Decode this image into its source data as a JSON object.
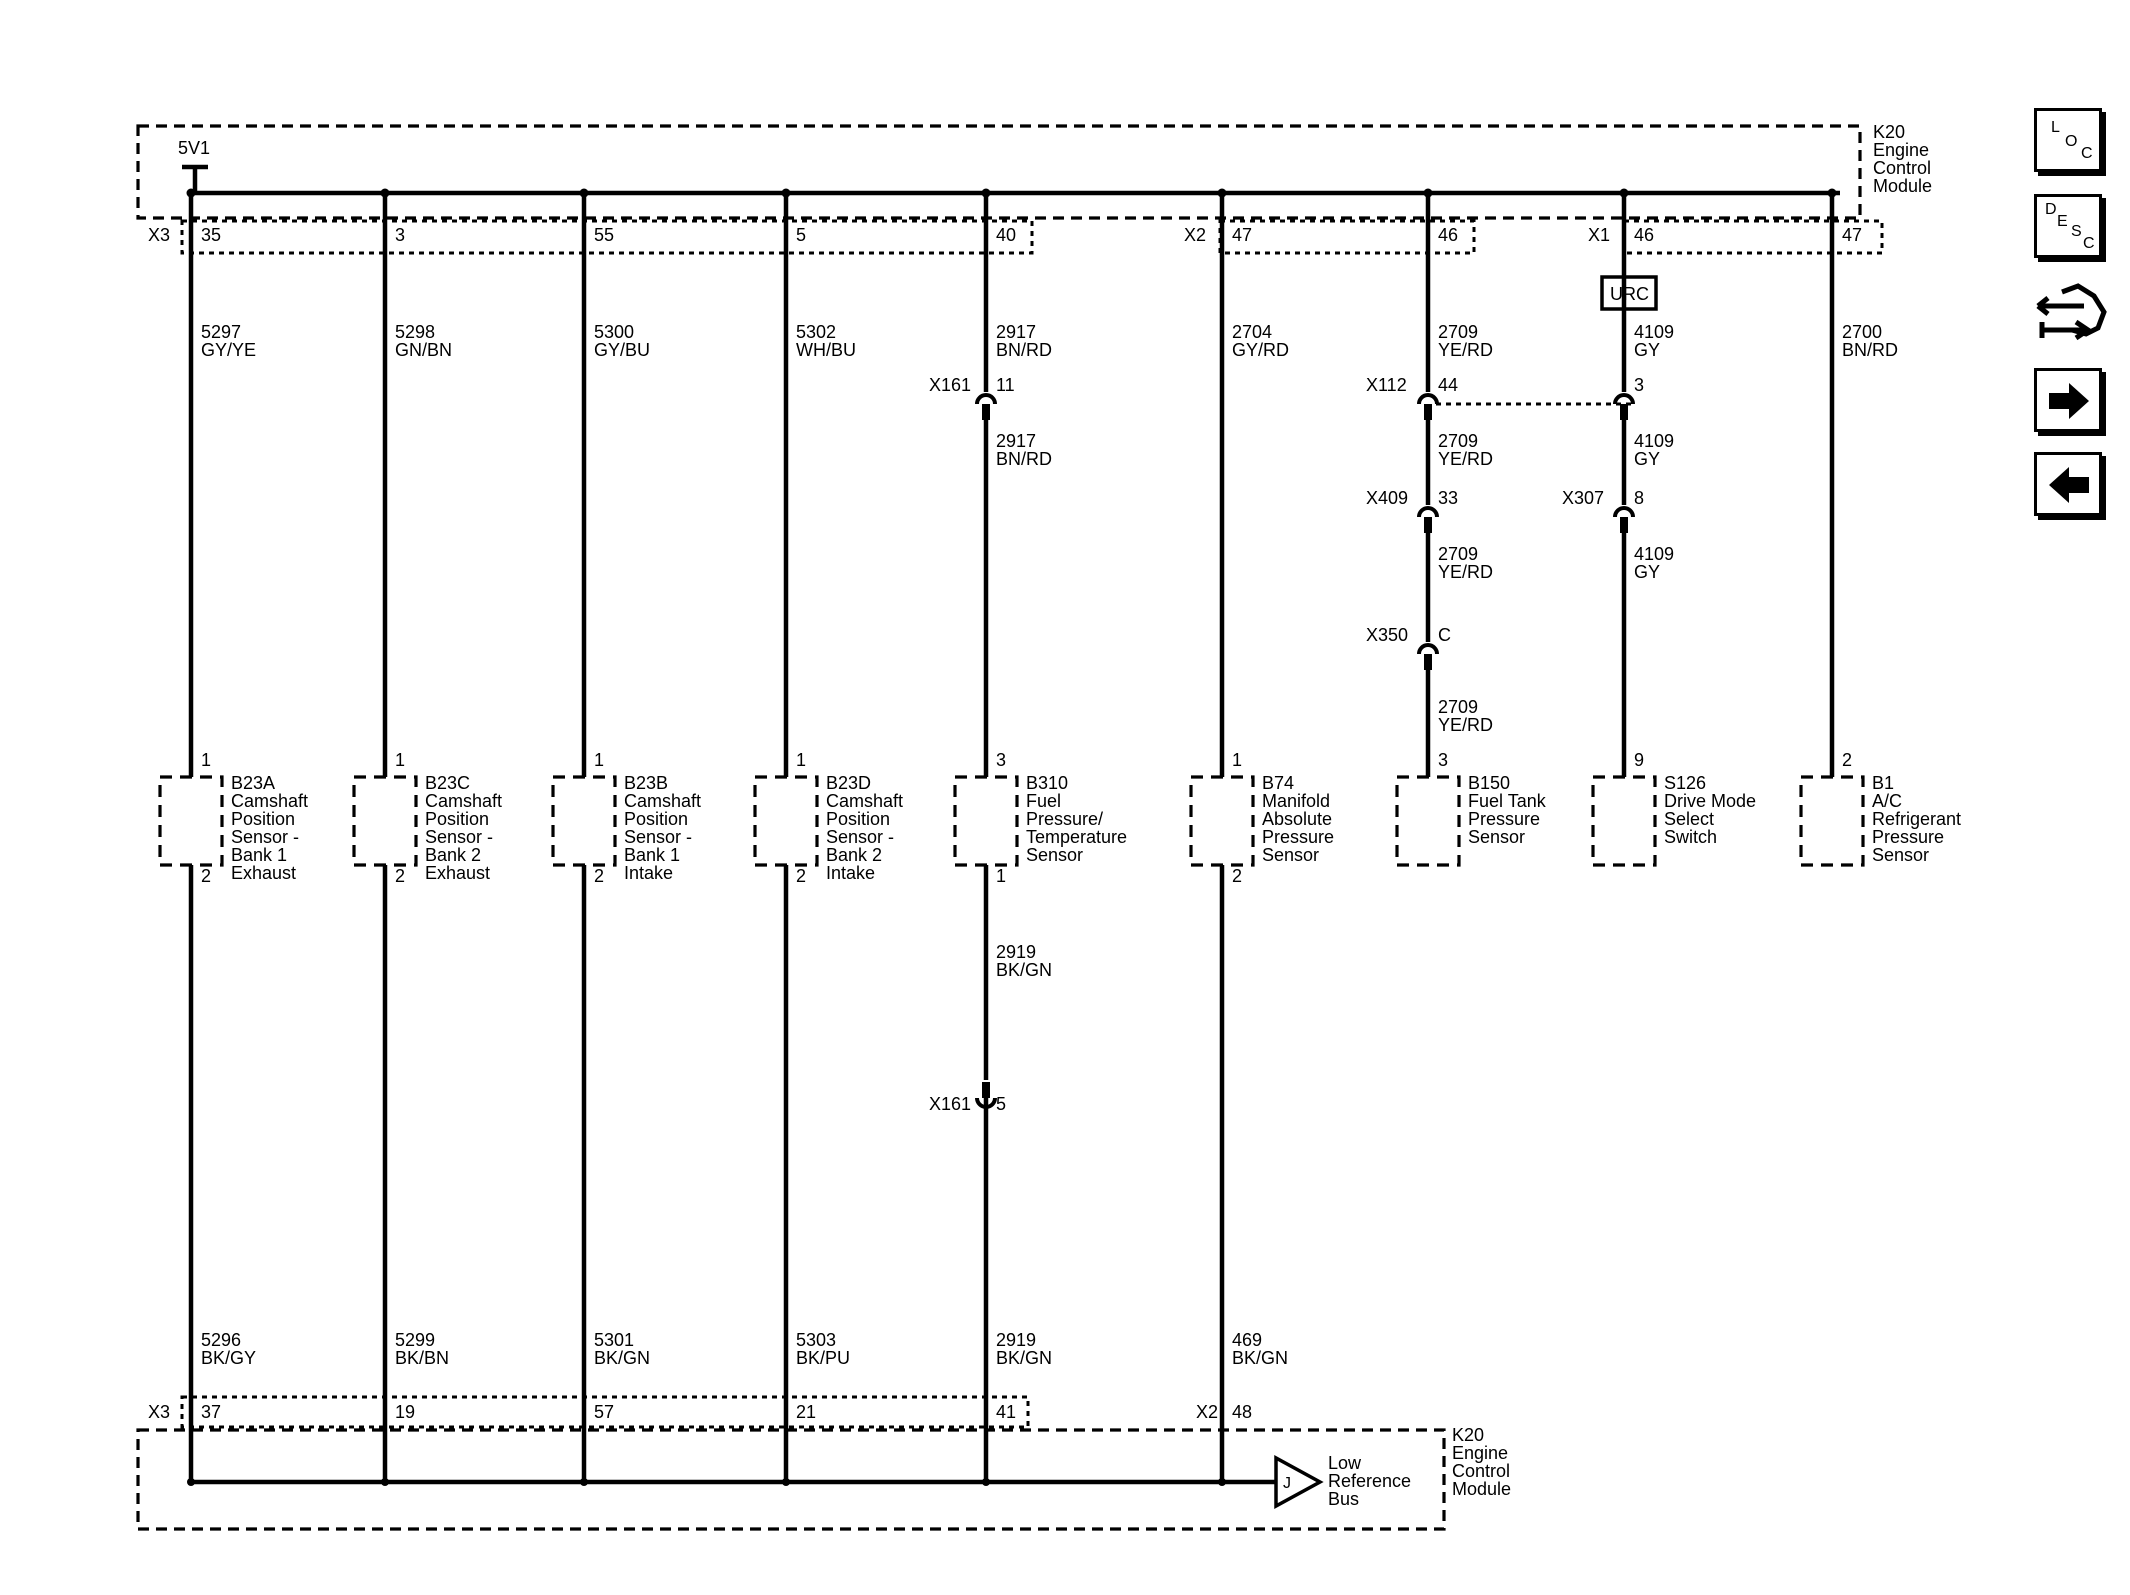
{
  "modules": {
    "top": {
      "ref": "K20",
      "name_lines": [
        "Engine",
        "Control",
        "Module"
      ],
      "supply": "5V1"
    },
    "bottom": {
      "ref": "K20",
      "name_lines": [
        "Engine",
        "Control",
        "Module"
      ],
      "bus_symbol": "J",
      "bus_lines": [
        "Low",
        "Reference",
        "Bus"
      ]
    }
  },
  "connector_labels": {
    "x3_top": "X3",
    "x2_top": "X2",
    "x1_top": "X1",
    "x3_bottom": "X3",
    "x2_bottom": "X2"
  },
  "urc_label": "URC",
  "columns": [
    {
      "top_pin": "35",
      "top_circuit": "5297",
      "top_color": "GY/YE",
      "sensor_pin_top": "1",
      "ref": "B23A",
      "name_lines": [
        "Camshaft",
        "Position",
        "Sensor -",
        "Bank 1",
        "Exhaust"
      ],
      "sensor_pin_bottom": "2",
      "bottom_circuit": "5296",
      "bottom_color": "BK/GY",
      "bottom_pin": "37"
    },
    {
      "top_pin": "3",
      "top_circuit": "5298",
      "top_color": "GN/BN",
      "sensor_pin_top": "1",
      "ref": "B23C",
      "name_lines": [
        "Camshaft",
        "Position",
        "Sensor -",
        "Bank 2",
        "Exhaust"
      ],
      "sensor_pin_bottom": "2",
      "bottom_circuit": "5299",
      "bottom_color": "BK/BN",
      "bottom_pin": "19"
    },
    {
      "top_pin": "55",
      "top_circuit": "5300",
      "top_color": "GY/BU",
      "sensor_pin_top": "1",
      "ref": "B23B",
      "name_lines": [
        "Camshaft",
        "Position",
        "Sensor -",
        "Bank 1",
        "Intake"
      ],
      "sensor_pin_bottom": "2",
      "bottom_circuit": "5301",
      "bottom_color": "BK/GN",
      "bottom_pin": "57"
    },
    {
      "top_pin": "5",
      "top_circuit": "5302",
      "top_color": "WH/BU",
      "sensor_pin_top": "1",
      "ref": "B23D",
      "name_lines": [
        "Camshaft",
        "Position",
        "Sensor -",
        "Bank 2",
        "Intake"
      ],
      "sensor_pin_bottom": "2",
      "bottom_circuit": "5303",
      "bottom_color": "BK/PU",
      "bottom_pin": "21"
    },
    {
      "top_pin": "40",
      "top_circuit": "2917",
      "top_color": "BN/RD",
      "inline1": {
        "conn": "X161",
        "pin": "11",
        "circuit": "2917",
        "color": "BN/RD"
      },
      "sensor_pin_top": "3",
      "ref": "B310",
      "name_lines": [
        "Fuel",
        "Pressure/",
        "Temperature",
        "Sensor"
      ],
      "sensor_pin_bottom": "1",
      "mid_circuit": "2919",
      "mid_color": "BK/GN",
      "inline2": {
        "conn": "X161",
        "pin": "5"
      },
      "bottom_circuit": "2919",
      "bottom_color": "BK/GN",
      "bottom_pin": "41"
    },
    {
      "top_pin": "47",
      "top_circuit": "2704",
      "top_color": "GY/RD",
      "sensor_pin_top": "1",
      "ref": "B74",
      "name_lines": [
        "Manifold",
        "Absolute",
        "Pressure",
        "Sensor"
      ],
      "sensor_pin_bottom": "2",
      "bottom_circuit": "469",
      "bottom_color": "BK/GN",
      "bottom_pin": "48"
    },
    {
      "top_pin": "46",
      "top_circuit": "2709",
      "top_color": "YE/RD",
      "inlines": [
        {
          "conn": "X112",
          "pin": "44",
          "circuit": "2709",
          "color": "YE/RD"
        },
        {
          "conn": "X409",
          "pin": "33",
          "circuit": "2709",
          "color": "YE/RD"
        },
        {
          "conn": "X350",
          "pin": "C",
          "circuit": "2709",
          "color": "YE/RD"
        }
      ],
      "sensor_pin_top": "3",
      "ref": "B150",
      "name_lines": [
        "Fuel Tank",
        "Pressure",
        "Sensor"
      ]
    },
    {
      "top_pin": "46",
      "top_circuit": "4109",
      "top_color": "GY",
      "inlines": [
        {
          "conn": "",
          "pin": "3",
          "circuit": "4109",
          "color": "GY"
        },
        {
          "conn": "X307",
          "pin": "8",
          "circuit": "4109",
          "color": "GY"
        }
      ],
      "sensor_pin_top": "9",
      "ref": "S126",
      "name_lines": [
        "Drive Mode",
        "Select",
        "Switch"
      ]
    },
    {
      "top_pin": "47",
      "top_circuit": "2700",
      "top_color": "BN/RD",
      "sensor_pin_top": "2",
      "ref": "B1",
      "name_lines": [
        "A/C",
        "Refrigerant",
        "Pressure",
        "Sensor"
      ]
    }
  ],
  "nav": {
    "loc": {
      "l1": "L",
      "l2": "O",
      "l3": "C"
    },
    "desc": {
      "l1": "D",
      "l2": "E",
      "l3": "S",
      "l4": "C"
    }
  },
  "icons": [
    "loc-button",
    "desc-button",
    "connector-link-icon",
    "next-arrow-icon",
    "previous-arrow-icon"
  ]
}
